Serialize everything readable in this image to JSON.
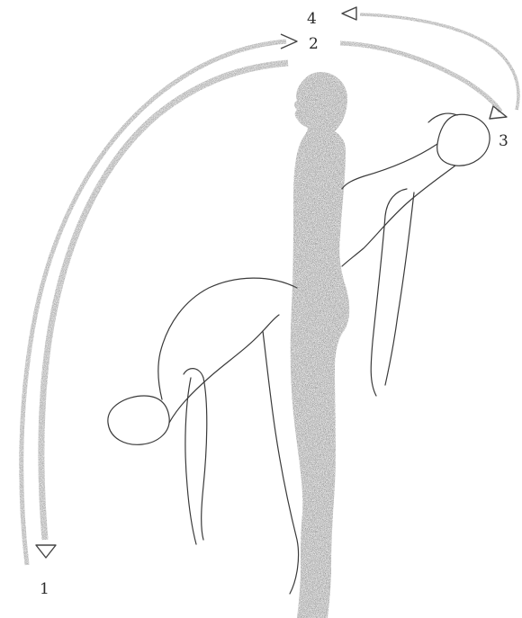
{
  "diagram": {
    "labels": {
      "one": "1",
      "two": "2",
      "three": "3",
      "four": "4"
    },
    "colors": {
      "silhouette": "#6b6b6b",
      "arrow": "#8a8a8a",
      "outline": "#3a3a3a",
      "label": "#2a2a2a"
    }
  }
}
